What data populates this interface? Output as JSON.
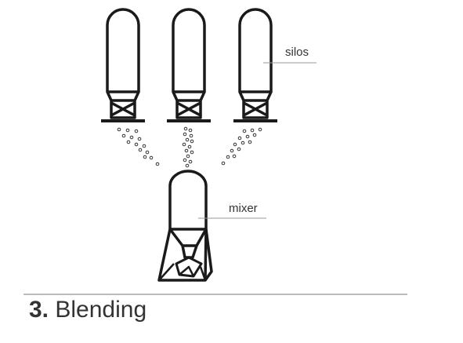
{
  "labels": {
    "silos": "silos",
    "mixer": "mixer"
  },
  "caption": {
    "number": "3.",
    "title": "Blending"
  },
  "colors": {
    "line": "#1a1a1a",
    "leader": "#999999",
    "text": "#333333",
    "divider": "#777777"
  }
}
